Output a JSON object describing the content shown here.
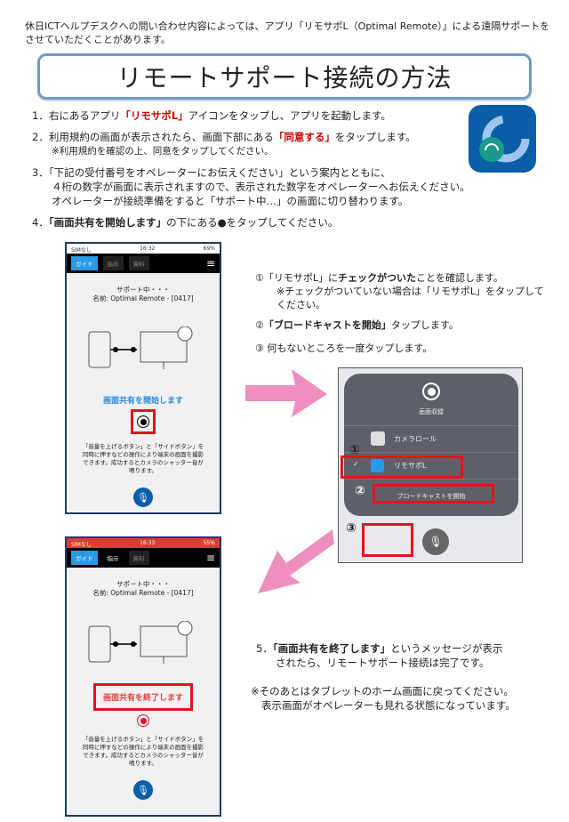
{
  "intro": "休日ICTヘルプデスクへの問い合わせ内容によっては、アプリ「リモサポL（Optimal Remote）」による遠隔サポートをさせていただくことがあります。",
  "title": "リモートサポート接続の方法",
  "steps": [
    {
      "num": "1．",
      "pre": "右にあるアプリ",
      "bold": "「リモサポL」",
      "post": "アイコンをタップし、アプリを起動します。"
    },
    {
      "num": "2．",
      "pre": "利用規約の画面が表示されたら、画面下部にある",
      "bold": "「同意する」",
      "post": "をタップします。",
      "note": "※利用規約を確認の上、同意をタップしてください。"
    },
    {
      "num": "3．",
      "lines": [
        "「下記の受付番号をオペレーターにお伝えください」という案内とともに、",
        "４桁の数字が画面に表示されますので、表示された数字をオペレーターへお伝えください。",
        "オペレーターが接続準備をすると「サポート中…」の画面に切り替わります。"
      ]
    },
    {
      "num": "4．",
      "bold": "「画面共有を開始します」",
      "post": "の下にある●をタップしてください。"
    }
  ],
  "phone1": {
    "carrier": "SIMなし",
    "time": "16:32",
    "battery": "69%",
    "tabs": [
      "ガイド",
      "指示",
      "資料"
    ],
    "status": "サポート中・・・",
    "name": "名前: Optimal Remote - [0417]",
    "share": "画面共有を開始します",
    "note": "「音量を上げるボタン」と「サイドボタン」を同時に押すなどの操作により端末の画面を撮影できます。成功するとカメラのシャッター音が鳴ります。"
  },
  "phone2": {
    "carrier": "SIMなし",
    "time": "16:33",
    "battery": "55%",
    "tabs": [
      "ガイド",
      "指示",
      "資料"
    ],
    "status": "サポート中・・・",
    "name": "名前: Optimal Remote - [0417]",
    "share": "画面共有を終了します",
    "note": "「音量を上げるボタン」と「サイドボタン」を同時に押すなどの操作により端末の画面を撮影できます。成功するとカメラのシャッター音が鳴ります。"
  },
  "instructions": {
    "i1_pre": "①「リモサポL」に",
    "i1_bold": "チェックがついた",
    "i1_post": "ことを確認します。",
    "i1_note": "※チェックがついていない場合は「リモサポL」をタップしてください。",
    "i2_pre": "②",
    "i2_bold": "「ブロードキャストを開始」",
    "i2_post": "タップします。",
    "i3": "③ 何もないところを一度タップします。"
  },
  "popup": {
    "title": "画面収録",
    "camera": "カメラロール",
    "app": "リモサポL",
    "broadcast": "ブロードキャストを開始",
    "m1": "①",
    "m2": "②",
    "m3": "③"
  },
  "step5": {
    "num": "5．",
    "bold": "「画面共有を終了します」",
    "post": "というメッセージが表示",
    "line2": "されたら、リモートサポート接続は完了です。"
  },
  "final_note": [
    "※そのあとはタブレットのホーム画面に戻ってください。",
    "表示画面がオペレーターも見れる状態になっています。"
  ],
  "colors": {
    "accent": "#0b5ea8",
    "highlight": "#e0141c",
    "arrow": "#ef8fbf",
    "title_border": "#6f9bc9"
  }
}
